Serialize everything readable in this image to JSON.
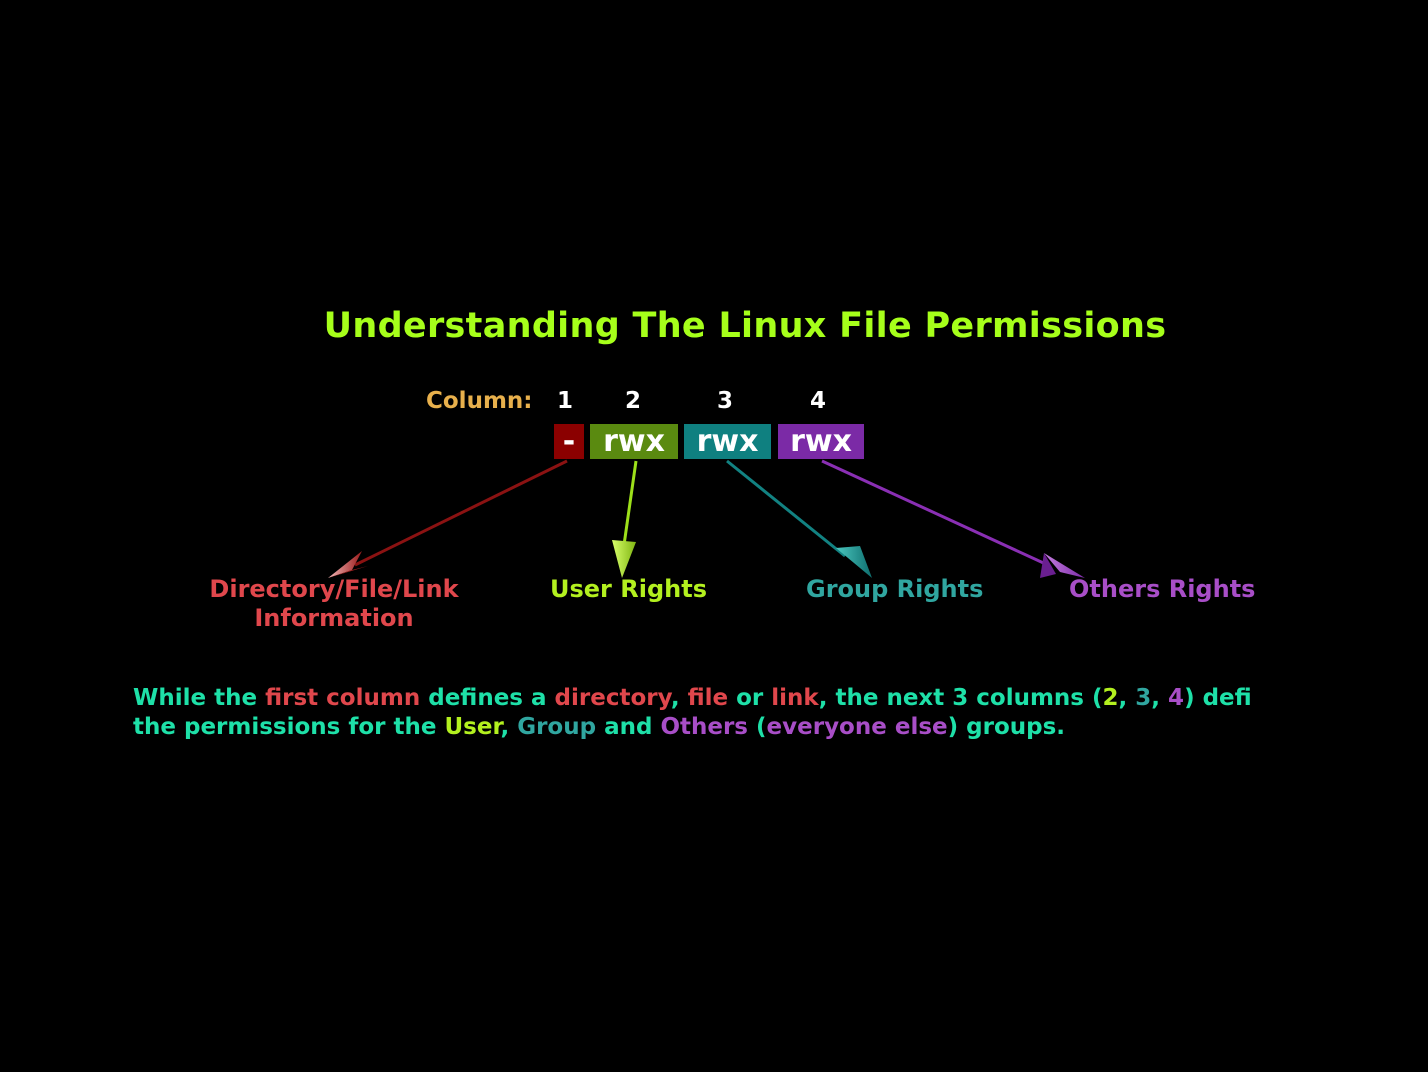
{
  "colors": {
    "background": "#000000",
    "title": "#a6ff1a",
    "column_label": "#e8b04c",
    "directory": "#8b0000",
    "user": "#5a8a10",
    "group": "#0f8080",
    "others": "#7b2aa6",
    "directory_text": "#e0474c",
    "user_text": "#b3f01f",
    "group_text": "#30a6a0",
    "others_text": "#a84ec7",
    "body_text": "#1ee0a8"
  },
  "title": "Understanding The Linux File Permissions",
  "column_label": "Column:",
  "columns": [
    {
      "number": "1",
      "symbol": "-",
      "caption_line1": "Directory/File/Link",
      "caption_line2": "Information"
    },
    {
      "number": "2",
      "symbol": "rwx",
      "caption_line1": "User Rights",
      "caption_line2": ""
    },
    {
      "number": "3",
      "symbol": "rwx",
      "caption_line1": "Group Rights",
      "caption_line2": ""
    },
    {
      "number": "4",
      "symbol": "rwx",
      "caption_line1": "Others Rights",
      "caption_line2": ""
    }
  ],
  "description": {
    "segments": [
      {
        "text": "While the ",
        "color": "#1ee0a8"
      },
      {
        "text": "first column",
        "color": "#e0474c"
      },
      {
        "text": " defines a ",
        "color": "#1ee0a8"
      },
      {
        "text": "directory",
        "color": "#e0474c"
      },
      {
        "text": ", ",
        "color": "#1ee0a8"
      },
      {
        "text": "file",
        "color": "#e0474c"
      },
      {
        "text": " or ",
        "color": "#1ee0a8"
      },
      {
        "text": "link",
        "color": "#e0474c"
      },
      {
        "text": ", the next 3 columns (",
        "color": "#1ee0a8"
      },
      {
        "text": "2",
        "color": "#b3f01f"
      },
      {
        "text": ", ",
        "color": "#1ee0a8"
      },
      {
        "text": "3",
        "color": "#30a6a0"
      },
      {
        "text": ", ",
        "color": "#1ee0a8"
      },
      {
        "text": "4",
        "color": "#a84ec7"
      },
      {
        "text": ") defi",
        "color": "#1ee0a8"
      },
      {
        "text": "the permissions for the ",
        "color": "#1ee0a8"
      },
      {
        "text": "User",
        "color": "#b3f01f"
      },
      {
        "text": ", ",
        "color": "#1ee0a8"
      },
      {
        "text": "Group",
        "color": "#30a6a0"
      },
      {
        "text": " and ",
        "color": "#1ee0a8"
      },
      {
        "text": "Others",
        "color": "#a84ec7"
      },
      {
        "text": " (",
        "color": "#1ee0a8"
      },
      {
        "text": "everyone else",
        "color": "#a84ec7"
      },
      {
        "text": ") groups.",
        "color": "#1ee0a8"
      }
    ]
  }
}
